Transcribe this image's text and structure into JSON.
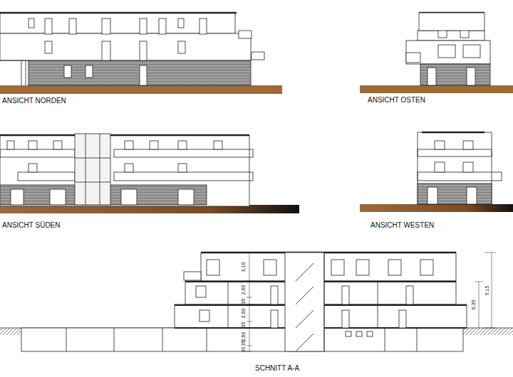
{
  "diagram": {
    "labels": [
      "ANSICHT NORDEN",
      "ANSICHT OSTEN",
      "ANSICHT SÜDEN",
      "ANSICHT WESTEN",
      "SCHNITT A-A",
      "3,10",
      "2,60",
      "35",
      "2,60",
      "35",
      "2,60",
      "35",
      "30",
      "9,15",
      "6,35"
    ]
  }
}
